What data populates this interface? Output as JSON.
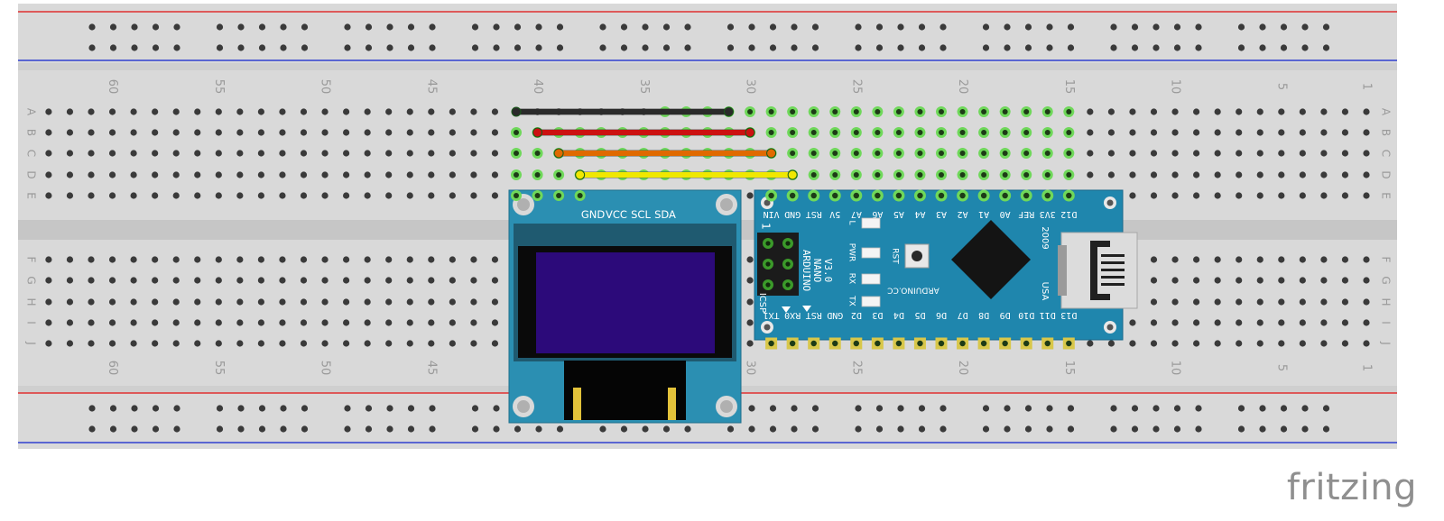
{
  "breadboard": {
    "column_labels": [
      "1",
      "5",
      "10",
      "15",
      "20",
      "25",
      "30",
      "35",
      "40",
      "45",
      "50",
      "55",
      "60"
    ],
    "row_labels_top": [
      "A",
      "B",
      "C",
      "D",
      "E"
    ],
    "row_labels_bottom": [
      "F",
      "G",
      "H",
      "I",
      "J"
    ]
  },
  "oled": {
    "pin_labels": [
      "GND",
      "VCC",
      "SCL",
      "SDA"
    ]
  },
  "nano": {
    "top_pins": [
      "D12",
      "3V3",
      "REF",
      "A0",
      "A1",
      "A2",
      "A3",
      "A4",
      "A5",
      "A6",
      "A7",
      "5V",
      "RST",
      "GND",
      "VIN"
    ],
    "bottom_pins": [
      "D13",
      "D11",
      "D10",
      "D9",
      "D8",
      "D7",
      "D6",
      "D5",
      "D4",
      "D3",
      "D2",
      "GND",
      "RST",
      "RX0",
      "TX1"
    ],
    "board_text": [
      "ARDUINO",
      "NANO",
      "V3.0"
    ],
    "icsp_label": "ICSP",
    "icsp_number": "1",
    "led_labels": [
      "L",
      "PWR",
      "RX",
      "TX"
    ],
    "rst_label": "RST",
    "site": "ARDUINO.CC",
    "country": "USA",
    "year": "2009"
  },
  "wires": [
    {
      "name": "gnd",
      "color": "#2a2a2a"
    },
    {
      "name": "vcc",
      "color": "#cc1111"
    },
    {
      "name": "scl",
      "color": "#e06a00"
    },
    {
      "name": "sda",
      "color": "#f0e800"
    }
  ],
  "brand": "fritzing"
}
